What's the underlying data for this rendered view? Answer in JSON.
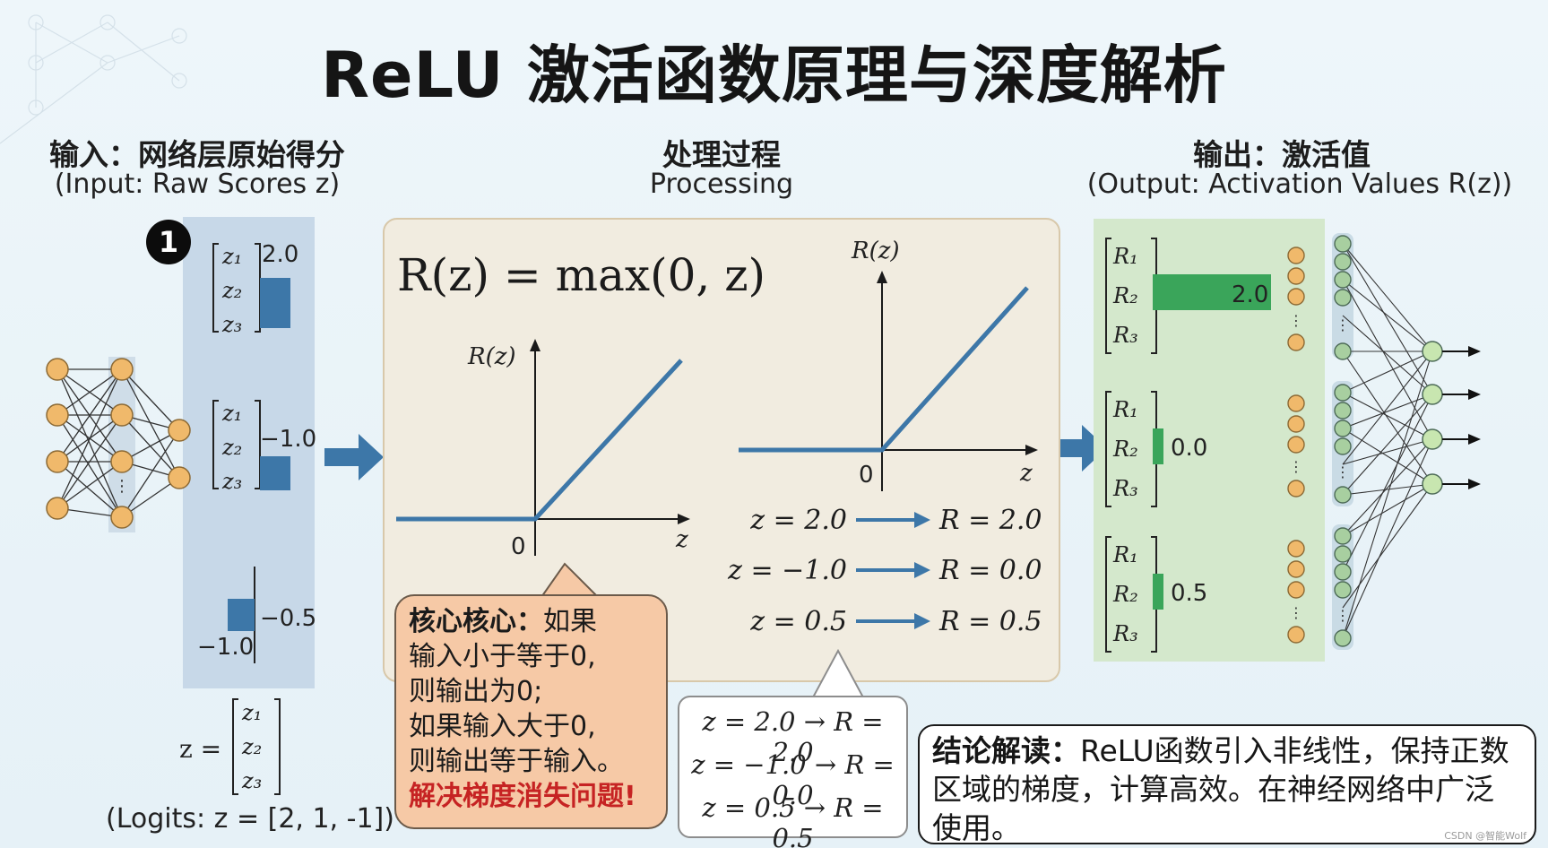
{
  "title": "ReLU 激活函数原理与深度解析",
  "input": {
    "heading": "输入：网络层原始得分",
    "subheading": "(Input: Raw Scores z)",
    "step_number": "1",
    "vector_labels": [
      "z₁",
      "z₂",
      "z₃"
    ],
    "values": [
      "2.0",
      "−1.0",
      "−0.5"
    ],
    "axis_label": "−1.0",
    "formula_lhs": "z =",
    "logits_note": "(Logits: z = [2, 1, -1])"
  },
  "processing": {
    "heading": "处理过程",
    "subheading": "Processing",
    "formula": "R(z) = max(0, z)",
    "plot_ylabel": "R(z)",
    "plot_xlabel": "z",
    "plot_origin": "0",
    "examples": [
      {
        "input": "z = 2.0",
        "output": "R = 2.0"
      },
      {
        "input": "z = −1.0",
        "output": "R = 0.0"
      },
      {
        "input": "z = 0.5",
        "output": "R = 0.5"
      }
    ]
  },
  "core_note": {
    "label": "核心核心：",
    "lines": [
      "如果",
      "输入小于等于0,",
      "则输出为0;",
      "如果输入大于0,",
      "则输出等于输入。"
    ],
    "highlight": "解决梯度消失问题!"
  },
  "mapping_box": [
    "z = 2.0 → R = 2.0",
    "z = −1.0 → R = 0.0",
    "z = 0.5 → R = 0.5"
  ],
  "output": {
    "heading": "输出：激活值",
    "subheading": "(Output: Activation Values R(z))",
    "vector_labels": [
      "R₁",
      "R₂",
      "R₃"
    ],
    "values": [
      "2.0",
      "0.0",
      "0.5"
    ]
  },
  "conclusion": {
    "label": "结论解读：",
    "text": "ReLU函数引入非线性，保持正数区域的梯度，计算高效。在神经网络中广泛使用。"
  },
  "watermark": "CSDN @智能Wolf",
  "colors": {
    "accent_blue": "#3d77a8",
    "neuron_orange": "#f0b96b",
    "output_green": "#3aa55a",
    "panel_blue": "#c7d8e8",
    "panel_beige": "#f1ece0",
    "panel_green": "#d4e8cc"
  }
}
